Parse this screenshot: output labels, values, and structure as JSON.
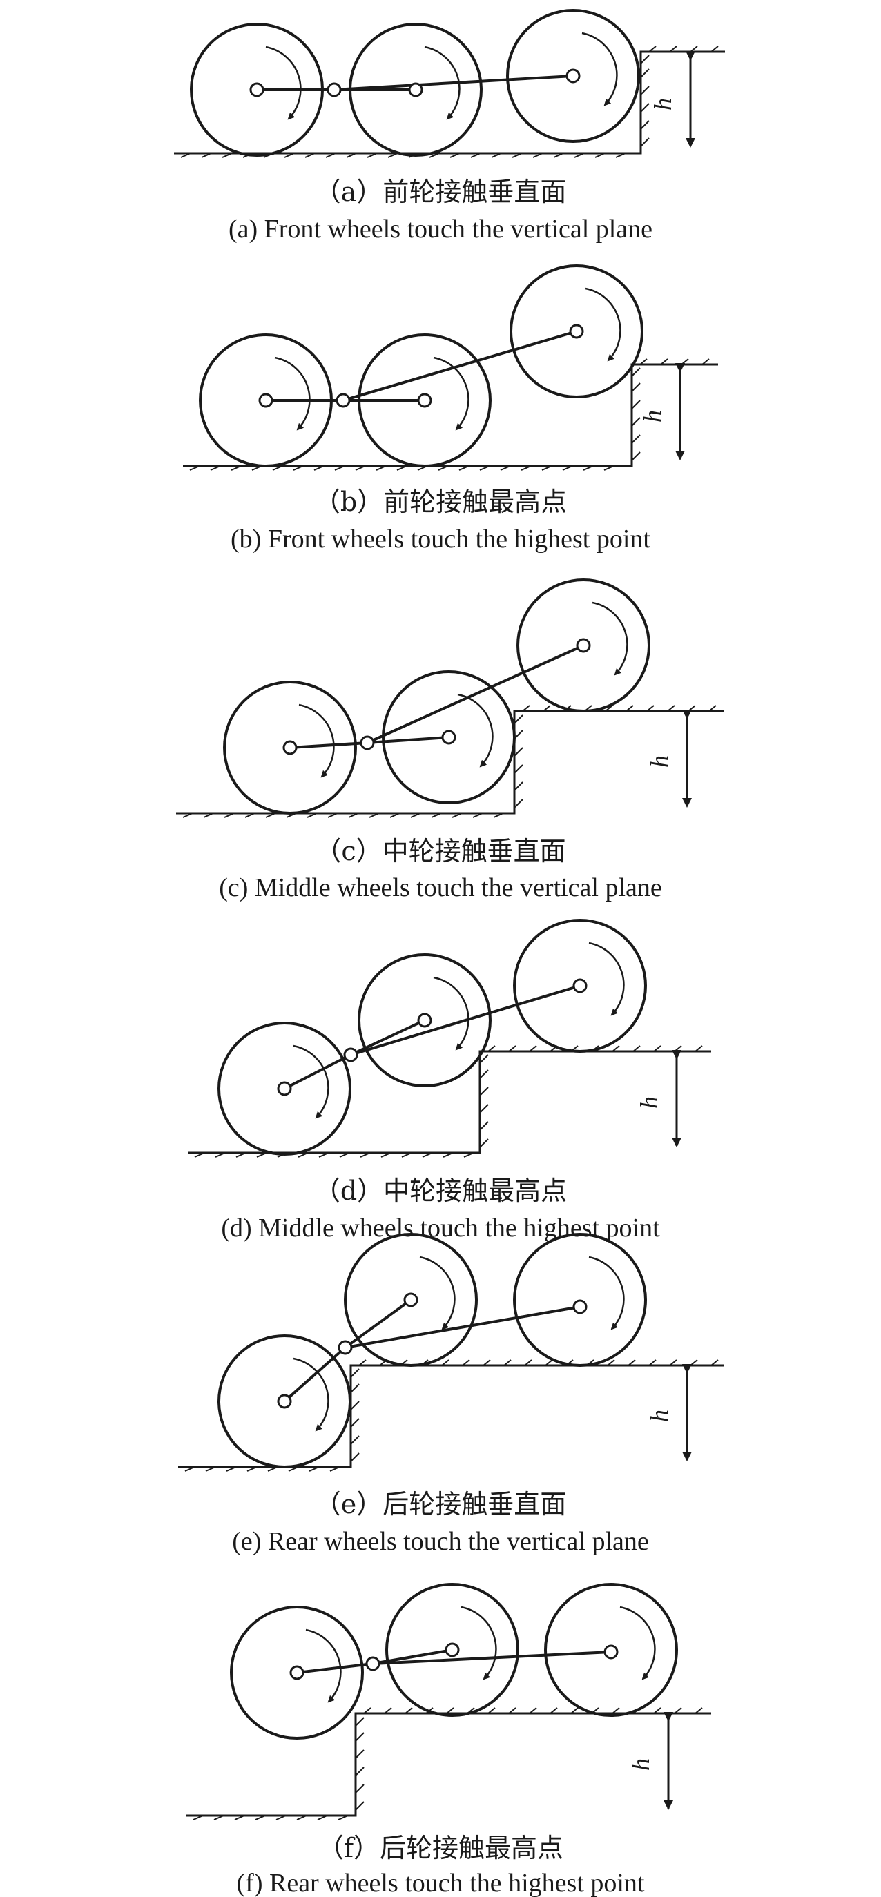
{
  "panels": [
    {
      "caption_cn": "（a）前轮接触垂直面",
      "caption_en": "(a) Front wheels touch the vertical plane",
      "height_label": "h"
    },
    {
      "caption_cn": "（b）前轮接触最高点",
      "caption_en": "(b) Front wheels touch the highest point",
      "height_label": "h"
    },
    {
      "caption_cn": "（c）中轮接触垂直面",
      "caption_en": "(c) Middle wheels touch the vertical plane",
      "height_label": "h"
    },
    {
      "caption_cn": "（d）中轮接触最高点",
      "caption_en": "(d) Middle wheels touch the highest point",
      "height_label": "h"
    },
    {
      "caption_cn": "（e）后轮接触垂直面",
      "caption_en": "(e) Rear wheels touch the vertical plane",
      "height_label": "h"
    },
    {
      "caption_cn": "（f）后轮接触最高点",
      "caption_en": "(f) Rear wheels touch the highest point",
      "height_label": "h"
    }
  ]
}
